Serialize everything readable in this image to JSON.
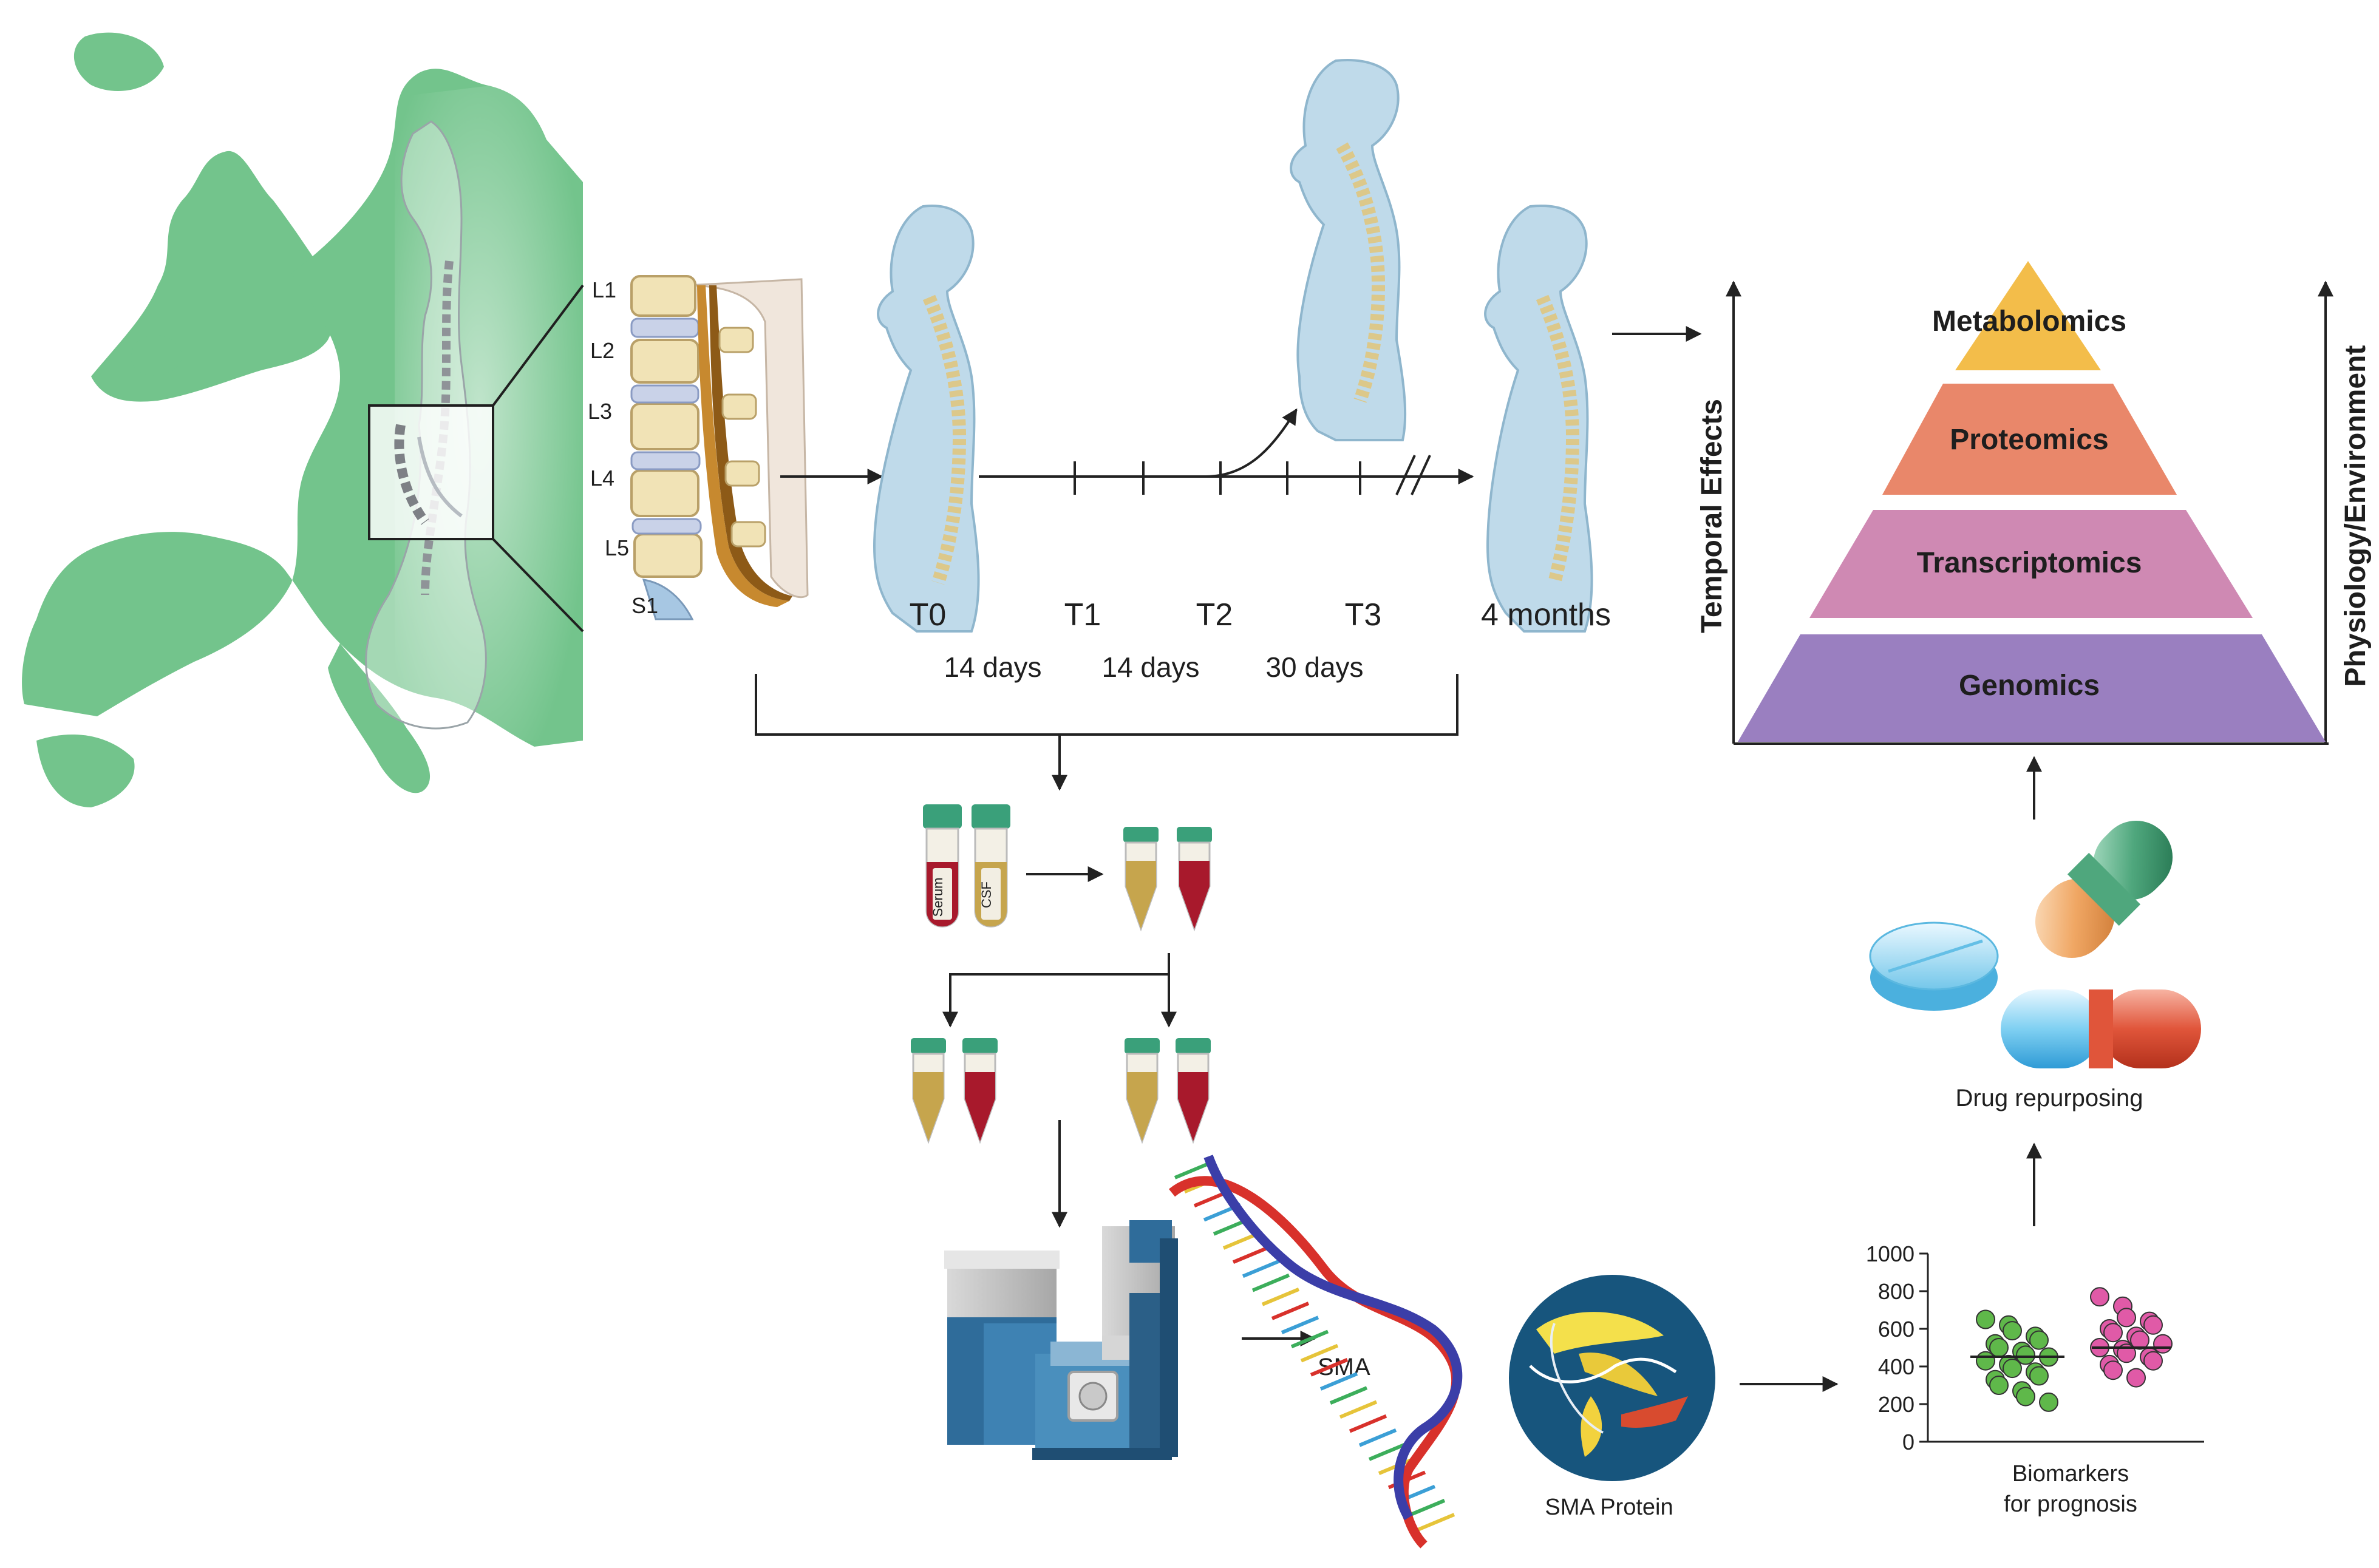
{
  "vertebra_labels": [
    "L1",
    "L2",
    "L3",
    "L4",
    "L5",
    "S1"
  ],
  "timepoints": [
    "T0",
    "T1",
    "T2",
    "T3",
    "4 months"
  ],
  "intervals": [
    "14 days",
    "14 days",
    "30 days"
  ],
  "tube_labels": {
    "serum": "Serum",
    "csf": "CSF"
  },
  "pyramid": {
    "levels": [
      "Metabolomics",
      "Proteomics",
      "Transcriptomics",
      "Genomics"
    ],
    "colors": [
      "#f3bd4a",
      "#e9876a",
      "#cf89b3",
      "#9a7fc0"
    ],
    "left_axis": "Temporal Effects",
    "right_axis": "Physiology/Environment"
  },
  "labels": {
    "sma": "SMA",
    "sma_protein": "SMA Protein",
    "drug_repurposing": "Drug repurposing",
    "biomarkers_line1": "Biomarkers",
    "biomarkers_line2": "for prognosis"
  },
  "chart_data": {
    "type": "scatter",
    "yticks": [
      "1000",
      "800",
      "600",
      "400",
      "200",
      "0"
    ],
    "ylim": [
      0,
      1000
    ],
    "series": [
      {
        "color": "#5fb84a",
        "values": [
          650,
          620,
          590,
          560,
          540,
          520,
          500,
          480,
          460,
          450,
          430,
          410,
          390,
          370,
          350,
          330,
          300,
          270,
          240,
          210
        ]
      },
      {
        "color": "#e05aa7",
        "values": [
          770,
          720,
          660,
          640,
          620,
          600,
          580,
          560,
          540,
          520,
          500,
          490,
          470,
          450,
          430,
          410,
          380,
          340
        ]
      }
    ]
  }
}
